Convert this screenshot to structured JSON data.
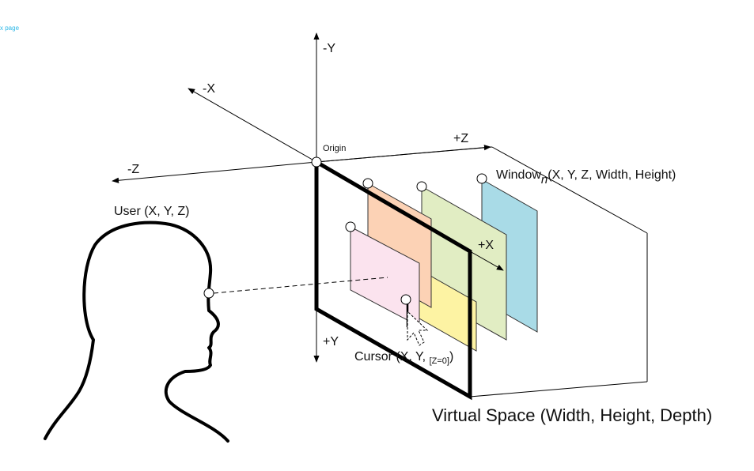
{
  "corner_text": "x page",
  "axes": {
    "neg_y": "-Y",
    "pos_y": "+Y",
    "neg_x": "-X",
    "pos_x": "+X",
    "neg_z": "-Z",
    "pos_z": "+Z",
    "origin": "Origin"
  },
  "labels": {
    "user": "User (X, Y, Z)",
    "window_prefix": "Window",
    "window_sub": "n",
    "window_params": "(X, Y, Z, Width, Height)",
    "cursor_main": "Cursor (X, Y, ",
    "cursor_sub": "[Z=0]",
    "cursor_close": ")",
    "virtual_space": "Virtual Space (Width, Height, Depth)"
  },
  "colors": {
    "window_pink": "#fbe3ee",
    "window_peach": "#fcd2b5",
    "window_yellow": "#fdf3a3",
    "window_green": "#e1edc3",
    "window_blue": "#a9dbe7",
    "line": "#000000",
    "corner_text": "#29b6e6"
  }
}
